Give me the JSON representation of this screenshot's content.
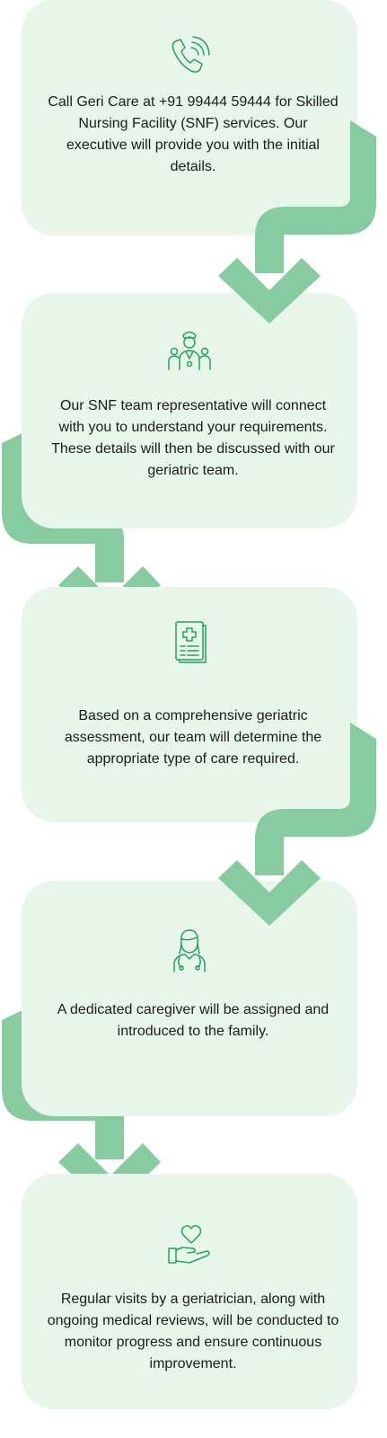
{
  "colors": {
    "card_background": "#e7f5eb",
    "arrow": "#87cba1",
    "icon_stroke": "#23a35b",
    "text": "#1c1c1c"
  },
  "steps": [
    {
      "icon": "phone-call-icon",
      "text": "Call Geri Care at +91 99444 59444 for Skilled Nursing Facility (SNF) services. Our executive will provide you with the initial details."
    },
    {
      "icon": "care-team-icon",
      "text": "Our SNF team representative will connect with you to understand your requirements. These details will then be discussed with our geriatric team."
    },
    {
      "icon": "medical-report-icon",
      "text": "Based on a comprehensive geriatric assessment, our team will determine the appropriate type of care required."
    },
    {
      "icon": "caregiver-nurse-icon",
      "text": "A dedicated caregiver will be assigned and introduced to the family."
    },
    {
      "icon": "heart-hand-icon",
      "text": "Regular visits by a geriatrician, along with ongoing medical reviews, will be conducted to monitor progress and ensure continuous improvement."
    }
  ]
}
